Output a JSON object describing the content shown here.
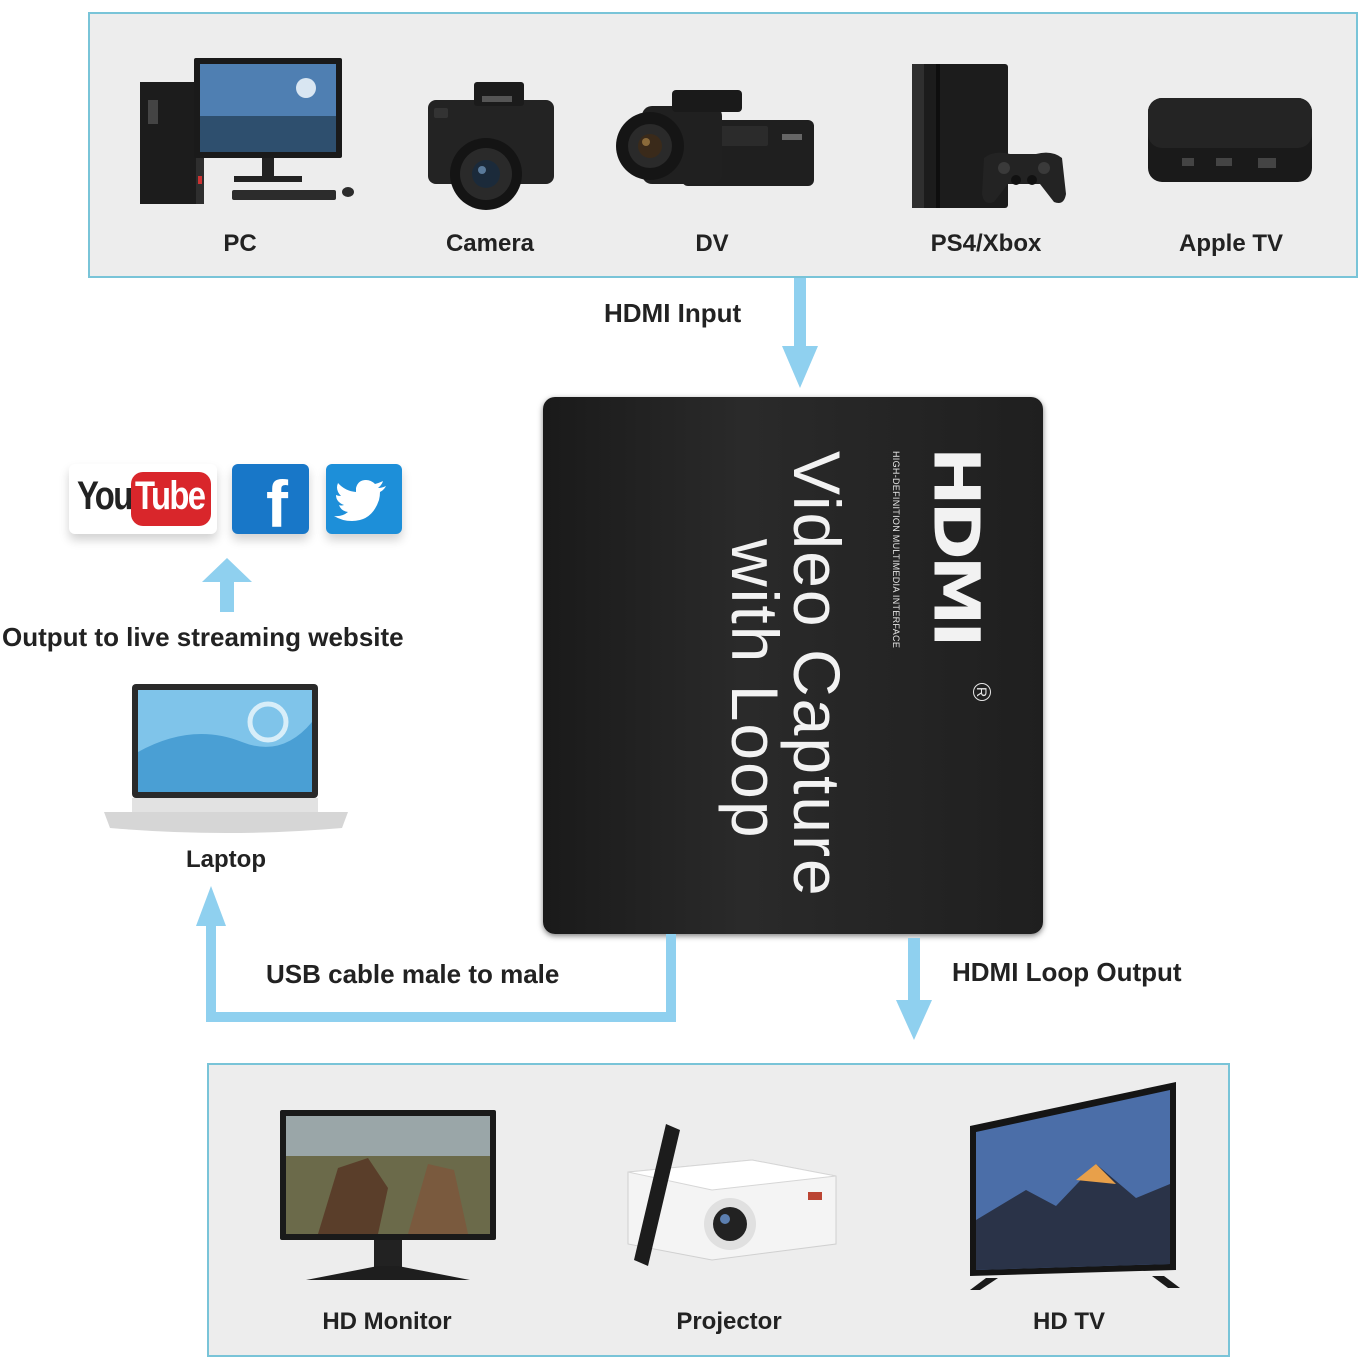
{
  "colors": {
    "panel_border": "#79c4d8",
    "panel_fill": "#ededed",
    "arrow": "#8fd0ef",
    "device_body": "#1d1d1d"
  },
  "top_panel": {
    "sources": [
      {
        "label": "PC",
        "icon": "pc-icon"
      },
      {
        "label": "Camera",
        "icon": "camera-icon"
      },
      {
        "label": "DV",
        "icon": "camcorder-icon"
      },
      {
        "label": "PS4/Xbox",
        "icon": "game-console-icon"
      },
      {
        "label": "Apple TV",
        "icon": "apple-tv-icon"
      }
    ]
  },
  "flows": {
    "hdmi_input": "HDMI Input",
    "usb_cable": "USB cable male to male",
    "hdmi_loop_output": "HDMI Loop Output",
    "streaming": "Output to live streaming website"
  },
  "capture_device": {
    "line1": "Video Capture",
    "line2": "with Loop",
    "brand": "HDMI",
    "brand_sub": "HIGH-DEFINITION MULTIMEDIA INTERFACE",
    "reg": "R"
  },
  "streaming_sites": {
    "youtube_you": "You",
    "youtube_tube": "Tube",
    "facebook": "f"
  },
  "laptop": {
    "label": "Laptop",
    "icon": "laptop-icon"
  },
  "bottom_panel": {
    "outputs": [
      {
        "label": "HD Monitor",
        "icon": "monitor-icon"
      },
      {
        "label": "Projector",
        "icon": "projector-icon"
      },
      {
        "label": "HD TV",
        "icon": "tv-icon"
      }
    ]
  }
}
